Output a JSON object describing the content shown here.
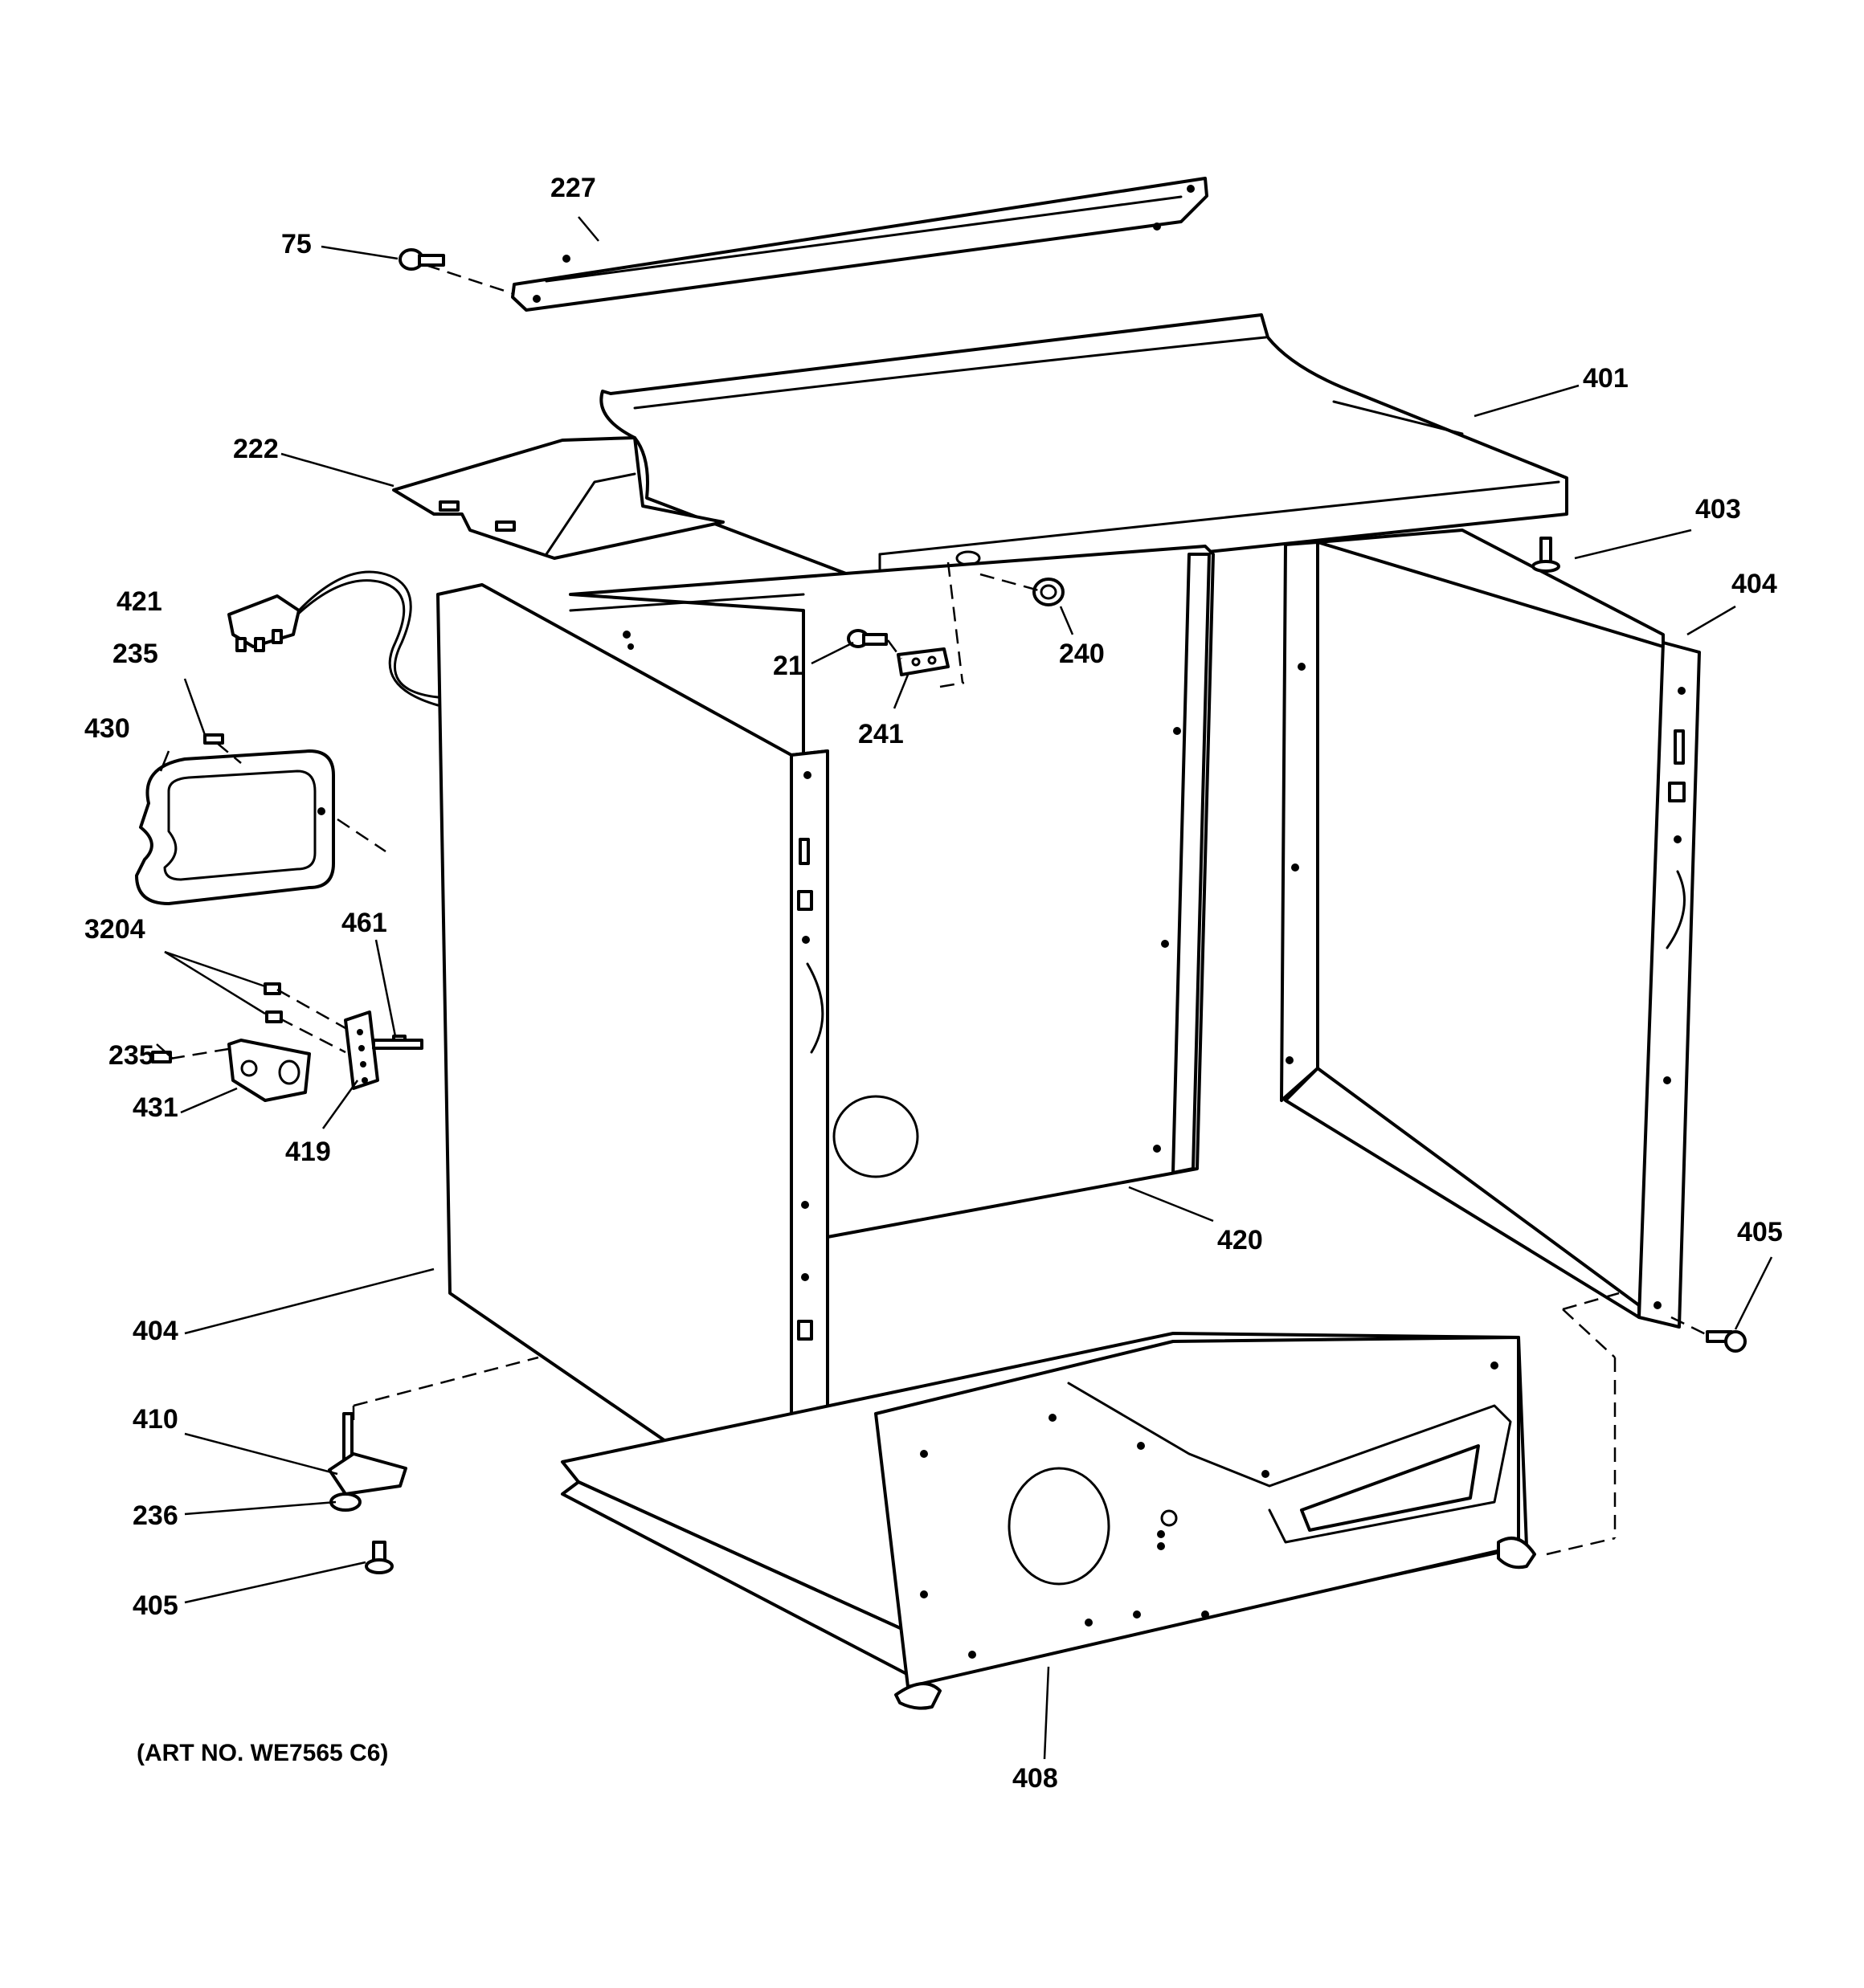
{
  "diagram": {
    "art_number": "(ART NO. WE7565 C6)",
    "callouts": {
      "c227": "227",
      "c75": "75",
      "c401": "401",
      "c222": "222",
      "c403": "403",
      "c421": "421",
      "c404_right": "404",
      "c235_top": "235",
      "c21": "21",
      "c240": "240",
      "c430": "430",
      "c241": "241",
      "c461": "461",
      "c3204": "3204",
      "c235_mid": "235",
      "c431": "431",
      "c419": "419",
      "c420": "420",
      "c405_right": "405",
      "c404_left": "404",
      "c410": "410",
      "c236": "236",
      "c405_left": "405",
      "c408": "408"
    }
  }
}
